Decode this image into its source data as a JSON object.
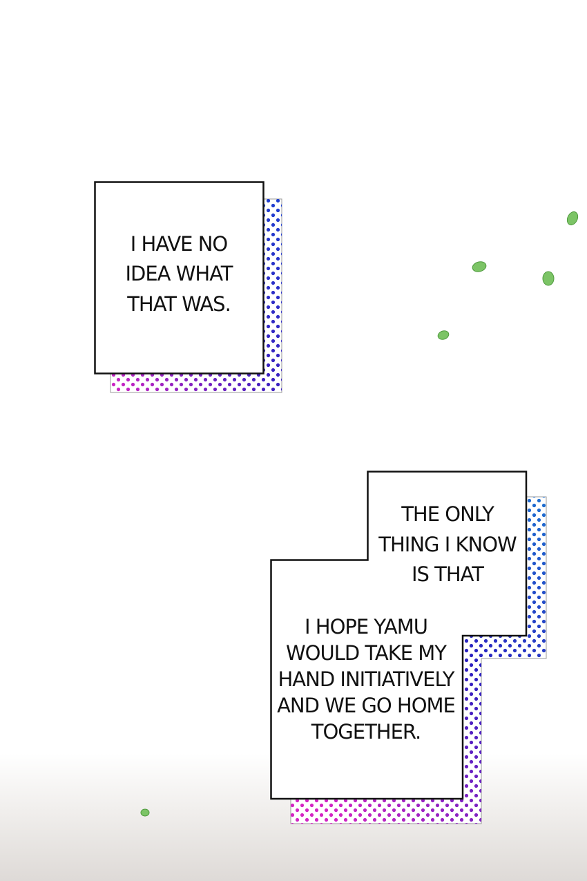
{
  "captions": [
    {
      "lines": [
        "I HAVE NO",
        "IDEA WHAT",
        "THAT WAS."
      ]
    },
    {
      "lines": [
        "THE ONLY",
        "THING I KNOW",
        "IS THAT"
      ]
    },
    {
      "lines": [
        "I HOPE YAMU",
        "WOULD TAKE MY",
        "HAND INITIATIVELY",
        "AND WE GO HOME",
        "TOGETHER."
      ]
    }
  ],
  "colors": {
    "frame": "#111111",
    "dots_top": "#1c70d0",
    "dots_mid": "#2a1fc0",
    "dots_bottom": "#d424c4",
    "leaf": "#7cc466"
  }
}
